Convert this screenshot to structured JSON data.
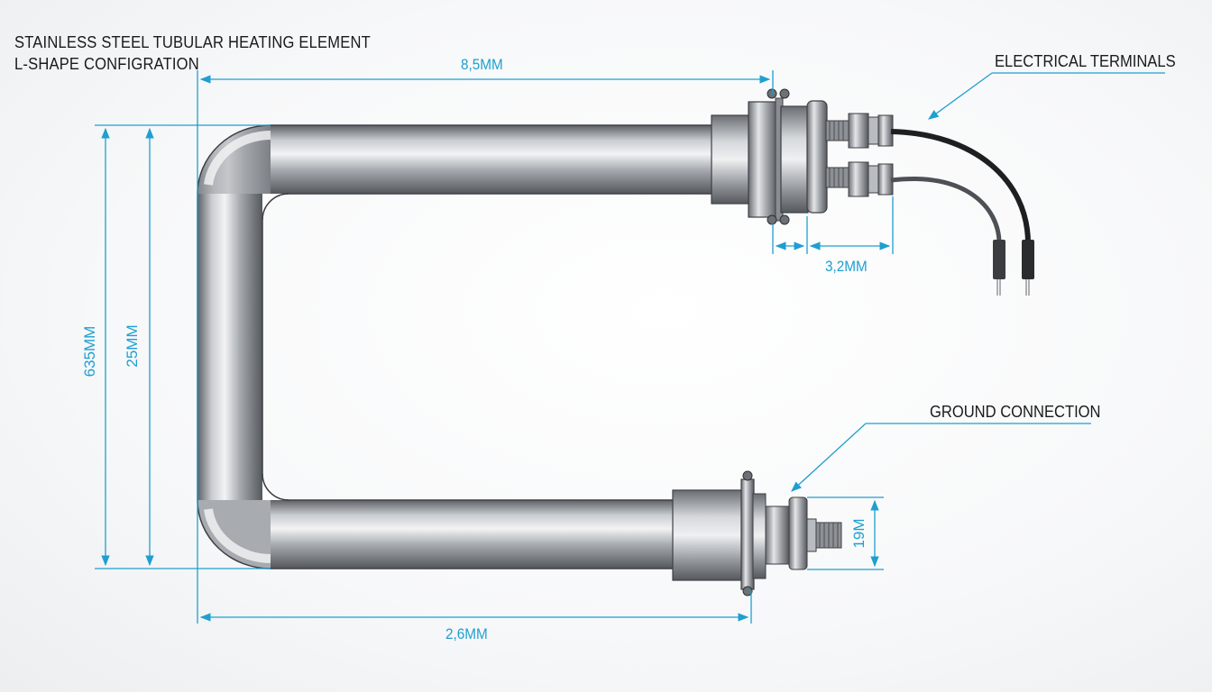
{
  "title": {
    "line1": "STAINLESS STEEL TUBULAR HEATING ELEMENT",
    "line2": "L-SHAPE CONFIGRATION"
  },
  "callouts": {
    "electrical_terminals": "ELECTRICAL TERMINALS",
    "ground_connection": "GROUND CONNECTION"
  },
  "dimensions": {
    "top_length": "8,5MM",
    "bottom_length": "2,6MM",
    "terminal_gap": "3,2MM",
    "outer_height": "635MM",
    "inner_height": "25MM",
    "stud_height": "19M"
  },
  "colors": {
    "dimension": "#1e9fd0",
    "text": "#1a1a1a"
  }
}
